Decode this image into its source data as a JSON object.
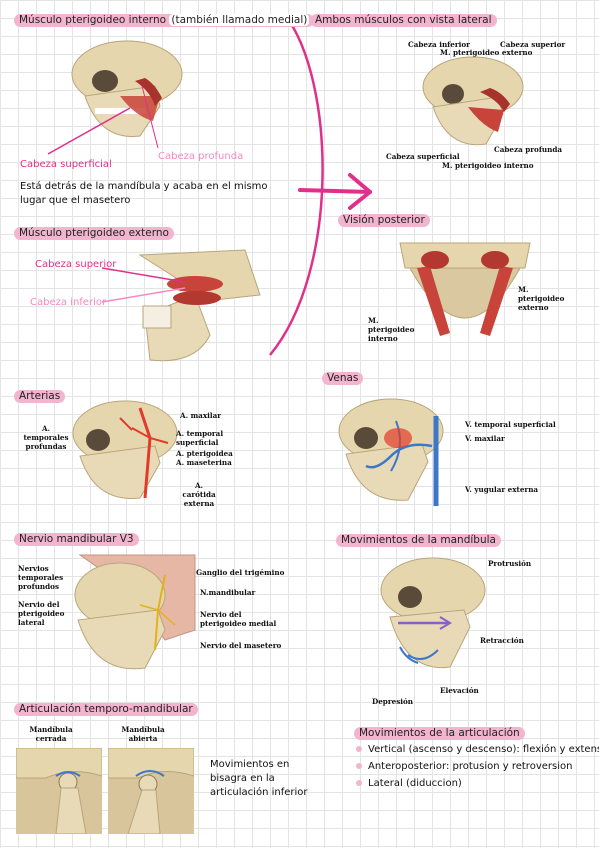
{
  "sections": {
    "pterigoideo_interno": {
      "title": "Músculo pterigoideo interno",
      "subtitle": "(también llamado medial)",
      "label_superficial": "Cabeza superficial",
      "label_profunda": "Cabeza profunda",
      "note": "Está detrás de la mandíbula y acaba en el mismo lugar que el masetero"
    },
    "pterigoideo_externo": {
      "title": "Músculo pterigoideo externo",
      "label_superior": "Cabeza superior",
      "label_inferior": "Cabeza inferior"
    },
    "vista_lateral": {
      "title": "Ambos músculos con vista lateral",
      "labels": {
        "cabeza_inferior": "Cabeza inferior",
        "cabeza_superior": "Cabeza superior",
        "pterigoideo_externo": "M. pterigoideo externo",
        "cabeza_profunda": "Cabeza profunda",
        "cabeza_superficial": "Cabeza superficial",
        "pterigoideo_interno": "M. pterigoideo interno"
      }
    },
    "vision_posterior": {
      "title": "Visión posterior",
      "labels": {
        "pterigoideo_externo": "M. pterigoideo externo",
        "pterigoideo_interno": "M. pterigoideo interno"
      }
    },
    "arterias": {
      "title": "Arterias",
      "labels": {
        "temporales_profundas": "A. temporales profundas",
        "maxilar": "A. maxilar",
        "temporal_superficial": "A. temporal superficial",
        "pterigoidea": "A. pterigoidea",
        "maseterina": "A. maseterina",
        "carotida_externa": "A. carótida externa"
      }
    },
    "venas": {
      "title": "Venas",
      "labels": {
        "temporal_superficial": "V. temporal superficial",
        "maxilar": "V. maxilar",
        "yugular_externa": "V. yugular externa"
      }
    },
    "nervio": {
      "title": "Nervio mandibular V3",
      "labels": {
        "temporales_profundos": "Nervios temporales profundos",
        "pterigoideo_lateral": "Nervio del pterigoideo lateral",
        "ganglio": "Ganglio del trigémino",
        "mandibular": "N.mandibular",
        "pterigoideo_medial": "Nervio del pterigoideo medial",
        "masetero": "Nervio del masetero"
      }
    },
    "movimientos_mandibula": {
      "title": "Movimientos de la mandíbula",
      "labels": {
        "protrusion": "Protrusión",
        "retraccion": "Retracción",
        "elevacion": "Elevación",
        "depresion": "Depresión"
      }
    },
    "articulacion": {
      "title": "Articulación temporo-mandibular",
      "label_cerrada": "Mandíbula cerrada",
      "label_abierta": "Mandíbula abierta",
      "note": "Movimientos en bisagra en la articulación inferior"
    },
    "movimientos_articulacion": {
      "title": "Movimientos de la articulación",
      "items": [
        "Vertical (ascenso y descenso): flexión y extensión",
        "Anteroposterior: protusion y retroversion",
        "Lateral (diduccion)"
      ]
    }
  },
  "colors": {
    "highlight": "#f3b4cd",
    "accent_pink": "#e0308a",
    "light_pink": "#f58ac0",
    "bone": "#e6d6ae",
    "muscle": "#c8443a",
    "vein": "#3d78c8"
  }
}
